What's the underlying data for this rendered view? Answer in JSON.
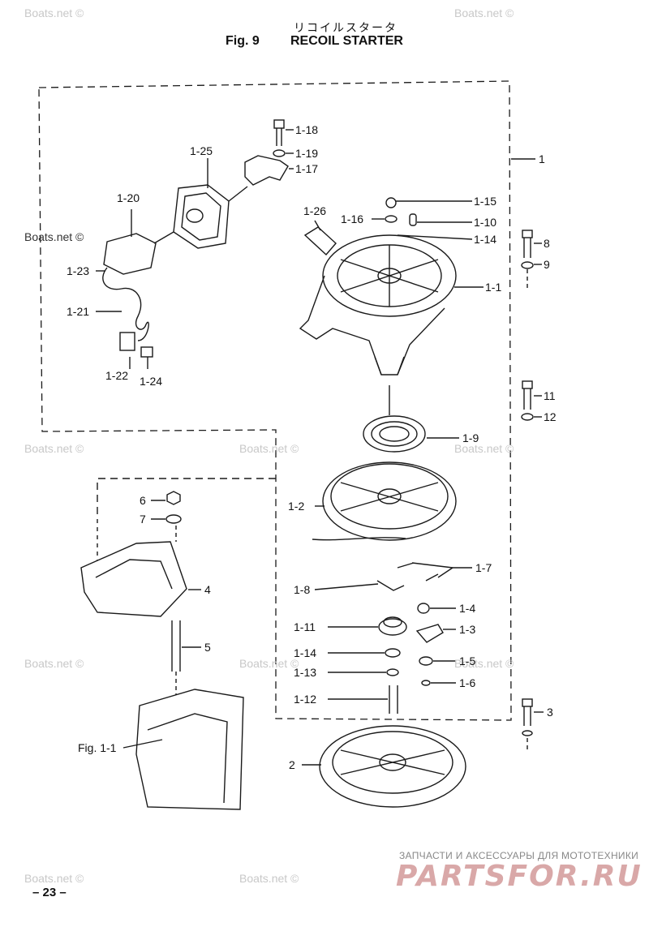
{
  "header": {
    "title_jp": "リコイルスタータ",
    "figure": "Fig. 9",
    "title": "RECOIL STARTER"
  },
  "watermark": "Boats.net ©",
  "labels": {
    "p1": "1",
    "p1_18": "1-18",
    "p1_19": "1-19",
    "p1_17": "1-17",
    "p1_25": "1-25",
    "p1_20": "1-20",
    "p1_23": "1-23",
    "p1_21": "1-21",
    "p1_22": "1-22",
    "p1_24": "1-24",
    "p1_26": "1-26",
    "p1_15": "1-15",
    "p1_16": "1-16",
    "p1_10": "1-10",
    "p1_14a": "1-14",
    "p1_1": "1-1",
    "p8": "8",
    "p9": "9",
    "p11": "11",
    "p12": "12",
    "p1_9": "1-9",
    "p1_2": "1-2",
    "p6": "6",
    "p7": "7",
    "p4": "4",
    "p5": "5",
    "p1_7": "1-7",
    "p1_8": "1-8",
    "p1_4": "1-4",
    "p1_11": "1-11",
    "p1_3": "1-3",
    "p1_14b": "1-14",
    "p1_5": "1-5",
    "p1_13": "1-13",
    "p1_6": "1-6",
    "p1_12": "1-12",
    "p3": "3",
    "fig1_1": "Fig. 1-1",
    "p2": "2"
  },
  "footer": {
    "page": "– 23 –",
    "shop_caption": "ЗАПЧАСТИ И АКСЕССУАРЫ ДЛЯ МОТОТЕХНИКИ",
    "shop_logo": "PARTSFOR.RU"
  }
}
